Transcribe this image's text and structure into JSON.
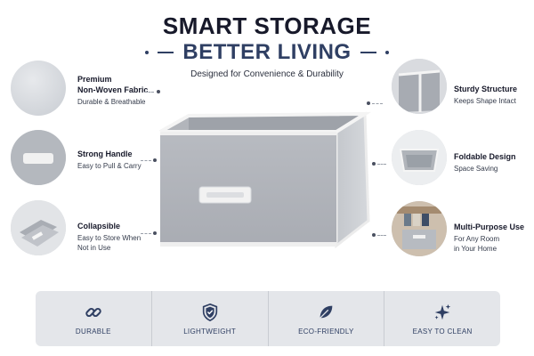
{
  "header": {
    "title": "SMART STORAGE",
    "subtitle": "BETTER LIVING",
    "tagline": "Designed for Convenience & Durability"
  },
  "features_left": [
    {
      "title_line1": "Premium",
      "title_line2": "Non-Woven Fabric",
      "desc_line1": "Durable & Breathable",
      "desc_line2": ""
    },
    {
      "title_line1": "Strong Handle",
      "title_line2": "",
      "desc_line1": "Easy to Pull & Carry",
      "desc_line2": ""
    },
    {
      "title_line1": "Collapsible",
      "title_line2": "",
      "desc_line1": "Easy to Store When",
      "desc_line2": "Not in Use"
    }
  ],
  "features_right": [
    {
      "title_line1": "Sturdy Structure",
      "desc_line1": "Keeps Shape Intact",
      "desc_line2": ""
    },
    {
      "title_line1": "Foldable Design",
      "desc_line1": "Space Saving",
      "desc_line2": ""
    },
    {
      "title_line1": "Multi-Purpose Use",
      "desc_line1": "For Any Room",
      "desc_line2": "in Your Home"
    }
  ],
  "benefits": [
    {
      "label": "DURABLE",
      "icon": "chain-link-icon"
    },
    {
      "label": "LIGHTWEIGHT",
      "icon": "shield-check-icon"
    },
    {
      "label": "ECO-FRIENDLY",
      "icon": "leaf-icon"
    },
    {
      "label": "EASY TO CLEAN",
      "icon": "sparkle-icon"
    }
  ],
  "colors": {
    "accent_navy": "#2f3f63",
    "fabric_gray": "#b9bcc2",
    "bar_bg": "#e4e6ea"
  }
}
